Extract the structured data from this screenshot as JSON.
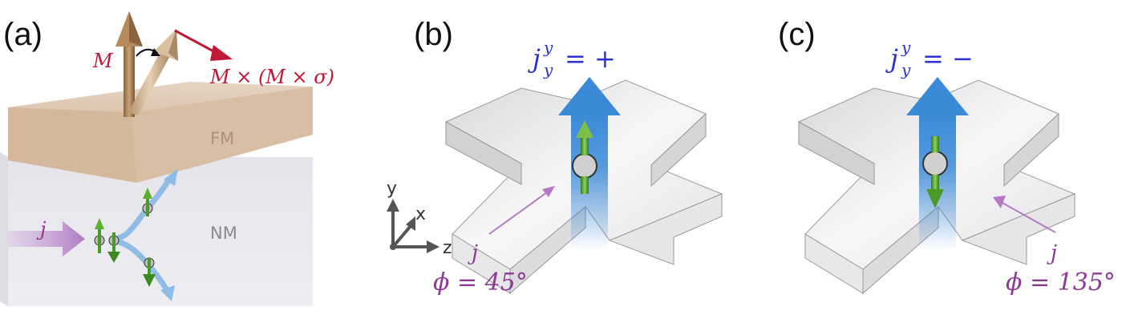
{
  "colors": {
    "magnetization": "#c01836",
    "current": "#8d3a94",
    "spin_current": "#2a32d6",
    "spin_arrow": "#4a9a2a",
    "flow_arrow": "#3a82c8"
  },
  "panel_a": {
    "label": "(a)",
    "m_label": "M",
    "torque_label": "M × (M × σ)",
    "fm_label": "FM",
    "nm_label": "NM",
    "j_label": "j"
  },
  "panel_b": {
    "label": "(b)",
    "spin_current_base": "j",
    "spin_current_sup": "y",
    "spin_current_sub": "y",
    "spin_current_value": "= +",
    "j_label": "j",
    "phi_label": "ϕ = 45°",
    "axis_y": "y",
    "axis_x": "x",
    "axis_z": "z"
  },
  "panel_c": {
    "label": "(c)",
    "spin_current_base": "j",
    "spin_current_sup": "y",
    "spin_current_sub": "y",
    "spin_current_value": "= −",
    "j_label": "j",
    "phi_label": "ϕ = 135°"
  }
}
